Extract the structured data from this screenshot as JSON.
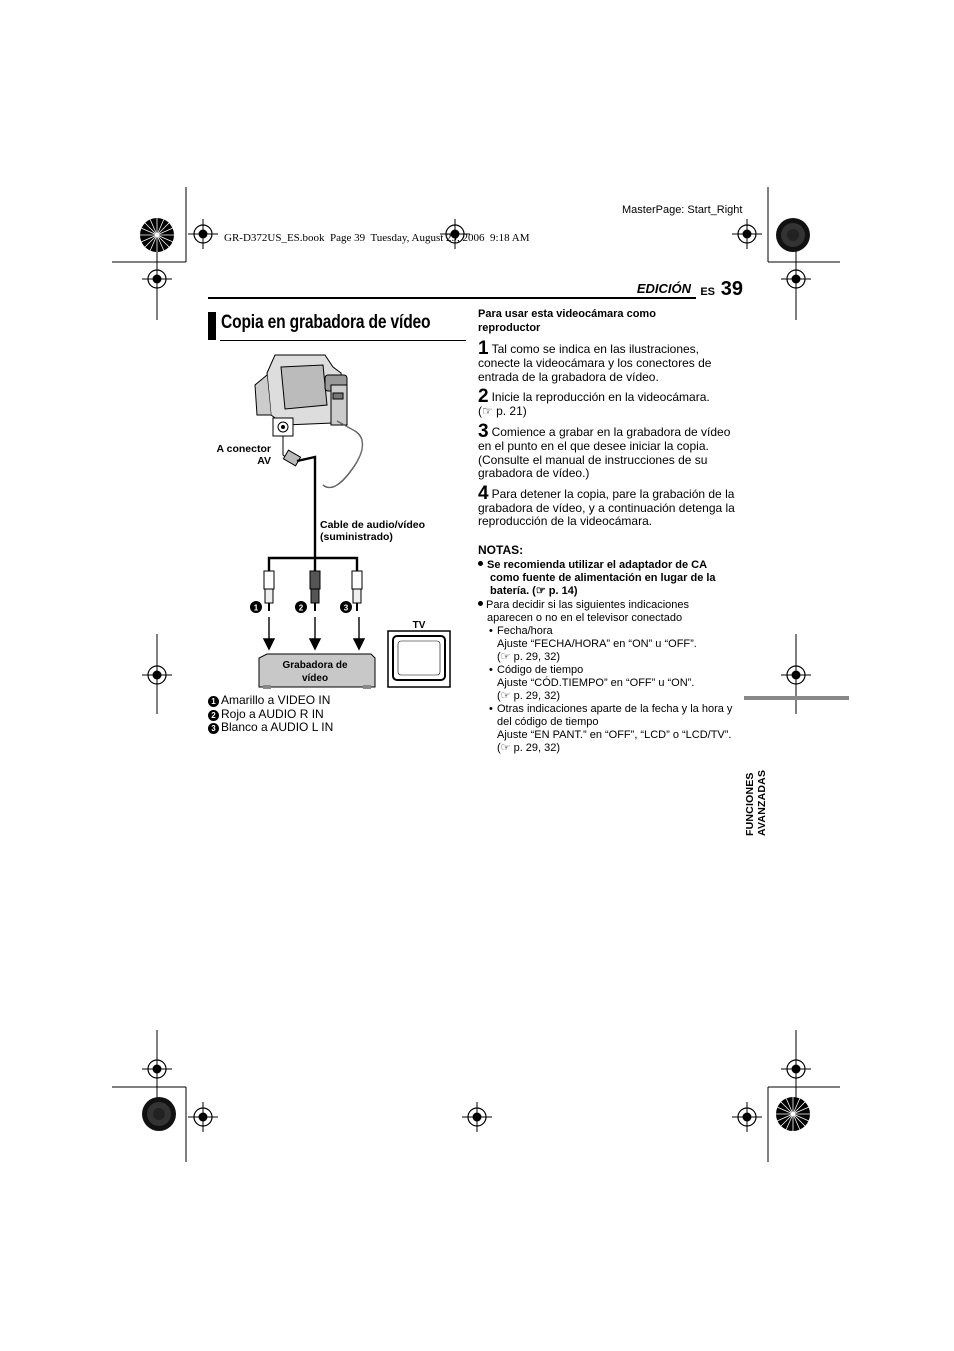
{
  "book_header": "GR-D372US_ES.book  Page 39  Tuesday, August 29, 2006  9:18 AM",
  "masterpage": "MasterPage: Start_Right",
  "header": {
    "section": "EDICIÓN",
    "lang": "ES",
    "page_number": "39"
  },
  "title": "Copia en grabadora de vídeo",
  "side_tab": "FUNCIONES AVANZADAS",
  "diagram": {
    "av_connector_line1": "A conector",
    "av_connector_line2": "AV",
    "cable_line1": "Cable de audio/vídeo",
    "cable_line2": "(suministrado)",
    "vcr_line1": "Grabadora de",
    "vcr_line2": "vídeo",
    "tv": "TV",
    "markers": [
      "1",
      "2",
      "3"
    ]
  },
  "legend": [
    {
      "num": "1",
      "text": "Amarillo a VIDEO IN"
    },
    {
      "num": "2",
      "text": "Rojo a AUDIO R IN"
    },
    {
      "num": "3",
      "text": "Blanco a AUDIO L IN"
    }
  ],
  "instructions": {
    "heading_line1": "Para usar esta videocámara como",
    "heading_line2": "reproductor",
    "steps": [
      {
        "num": "1",
        "lines": [
          "Tal como se indica en las ilustraciones,",
          "conecte la videocámara y los conectores de",
          "entrada de la grabadora de vídeo."
        ]
      },
      {
        "num": "2",
        "lines": [
          "Inicie la reproducción en la videocámara.",
          "(☞ p. 21)"
        ]
      },
      {
        "num": "3",
        "lines": [
          "Comience a grabar en la grabadora de vídeo",
          "en el punto en el que desee iniciar la copia.",
          "(Consulte el manual de instrucciones de su",
          "grabadora de vídeo.)"
        ]
      },
      {
        "num": "4",
        "lines": [
          "Para detener la copia, pare la grabación de la",
          "grabadora de vídeo, y a continuación detenga la",
          "reproducción de la videocámara."
        ]
      }
    ]
  },
  "notes": {
    "heading": "NOTAS:",
    "note1": [
      "Se recomienda utilizar el adaptador de CA",
      "como fuente de alimentación en lugar de la",
      "batería. (☞ p. 14)"
    ],
    "note2": [
      "Para decidir si las siguientes indicaciones",
      "aparecen o no en el televisor conectado"
    ],
    "subitems": [
      {
        "title": "Fecha/hora",
        "lines": [
          "Ajuste “FECHA/HORA” en “ON” u “OFF”.",
          "(☞ p. 29, 32)"
        ]
      },
      {
        "title": "Código de tiempo",
        "lines": [
          "Ajuste “CÓD.TIEMPO” en “OFF” u “ON”.",
          "(☞ p. 29, 32)"
        ]
      },
      {
        "title": "Otras indicaciones aparte de la fecha y la hora y",
        "lines": [
          "del código de tiempo",
          "Ajuste “EN PANT.” en “OFF”, “LCD” o “LCD/TV”.",
          "(☞ p. 29, 32)"
        ]
      }
    ]
  }
}
